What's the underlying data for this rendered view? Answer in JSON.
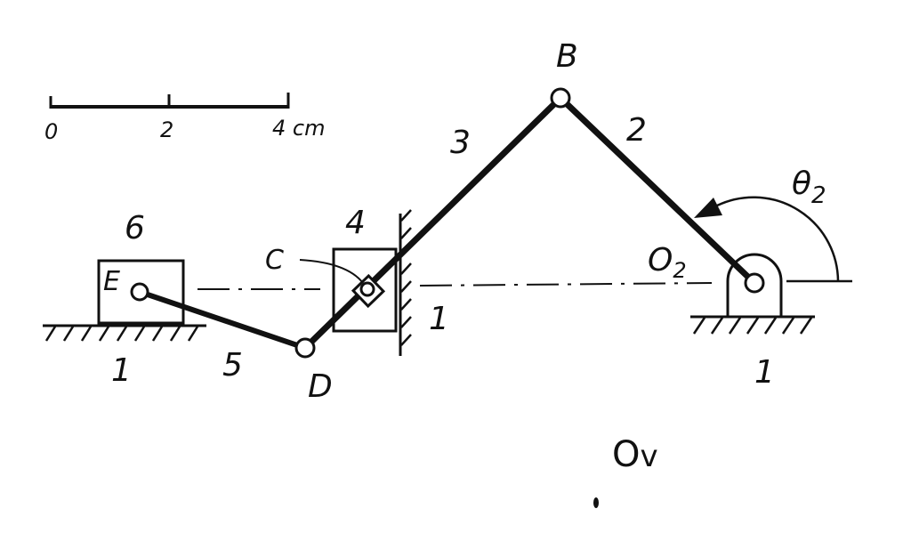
{
  "scale": {
    "ticks": [
      "0",
      "2",
      "4 cm"
    ]
  },
  "joints": {
    "B": "B",
    "C": "C",
    "D": "D",
    "E": "E",
    "O2": "O",
    "O2_sub": "2"
  },
  "links": {
    "link2": "2",
    "link3": "3",
    "link4": "4",
    "link5": "5",
    "link6": "6"
  },
  "ground_labels": {
    "slider6_ground": "1",
    "guide_ground": "1",
    "pivot_ground": "1"
  },
  "angle": {
    "symbol": "θ",
    "sub": "2"
  },
  "handwritten": {
    "note": "O",
    "note_sub": "v"
  }
}
